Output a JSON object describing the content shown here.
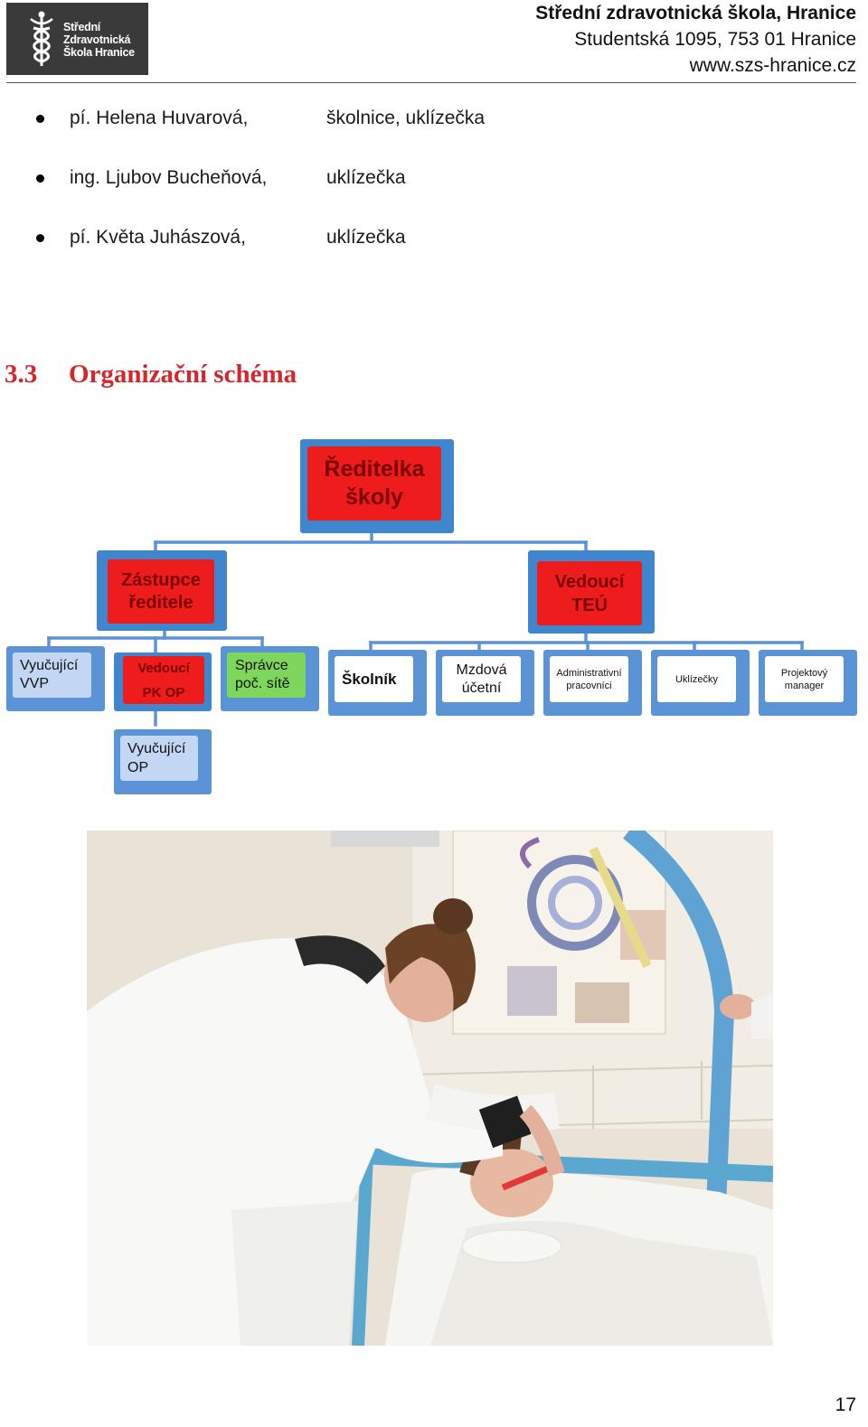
{
  "header": {
    "logo": {
      "line1": "Střední",
      "line2": "Zdravotnická",
      "line3": "Škola Hranice",
      "icon": "caduceus-icon"
    },
    "school_name": "Střední zdravotnická škola, Hranice",
    "address": "Studentská 1095, 753 01 Hranice",
    "website": "www.szs-hranice.cz"
  },
  "staff": [
    {
      "name": "pí. Helena Huvarová,",
      "role": "školnice, uklízečka"
    },
    {
      "name": "ing. Ljubov Bucheňová,",
      "role": "uklízečka"
    },
    {
      "name": "pí. Květa Juhászová,",
      "role": "uklízečka"
    }
  ],
  "section": {
    "number": "3.3",
    "title": "Organizační schéma"
  },
  "org_chart": {
    "director": {
      "line1": "Ředitelka",
      "line2": "školy"
    },
    "deputy": {
      "line1": "Zástupce",
      "line2": "ředitele"
    },
    "teu_head": {
      "line1": "Vedoucí",
      "line2": "TEÚ"
    },
    "vvp_teachers": {
      "line1": "Vyučující",
      "line2": "VVP"
    },
    "pk_op_head": {
      "line1": "Vedoucí",
      "line2": "PK OP"
    },
    "network_admin": {
      "line1": "Správce",
      "line2": "poč. sítě"
    },
    "caretaker": {
      "line1": "Školník"
    },
    "payroll": {
      "line1": "Mzdová",
      "line2": "účetní"
    },
    "admin_staff": {
      "line1": "Administrativní",
      "line2": "pracovníci"
    },
    "cleaners": {
      "line1": "Uklízečky"
    },
    "project_manager": {
      "line1": "Projektový",
      "line2": "manager"
    },
    "op_teachers": {
      "line1": "Vyučující",
      "line2": "OP"
    }
  },
  "colors": {
    "heading_red": "#d4262b",
    "node_red": "#ee1c1c",
    "node_blue_light": "#c3d6f3",
    "node_green": "#7fd65c",
    "node_border_blue": "#5b94d6",
    "connector": "#5b94d6"
  },
  "photo": {
    "alt": ""
  },
  "page_number": "17"
}
